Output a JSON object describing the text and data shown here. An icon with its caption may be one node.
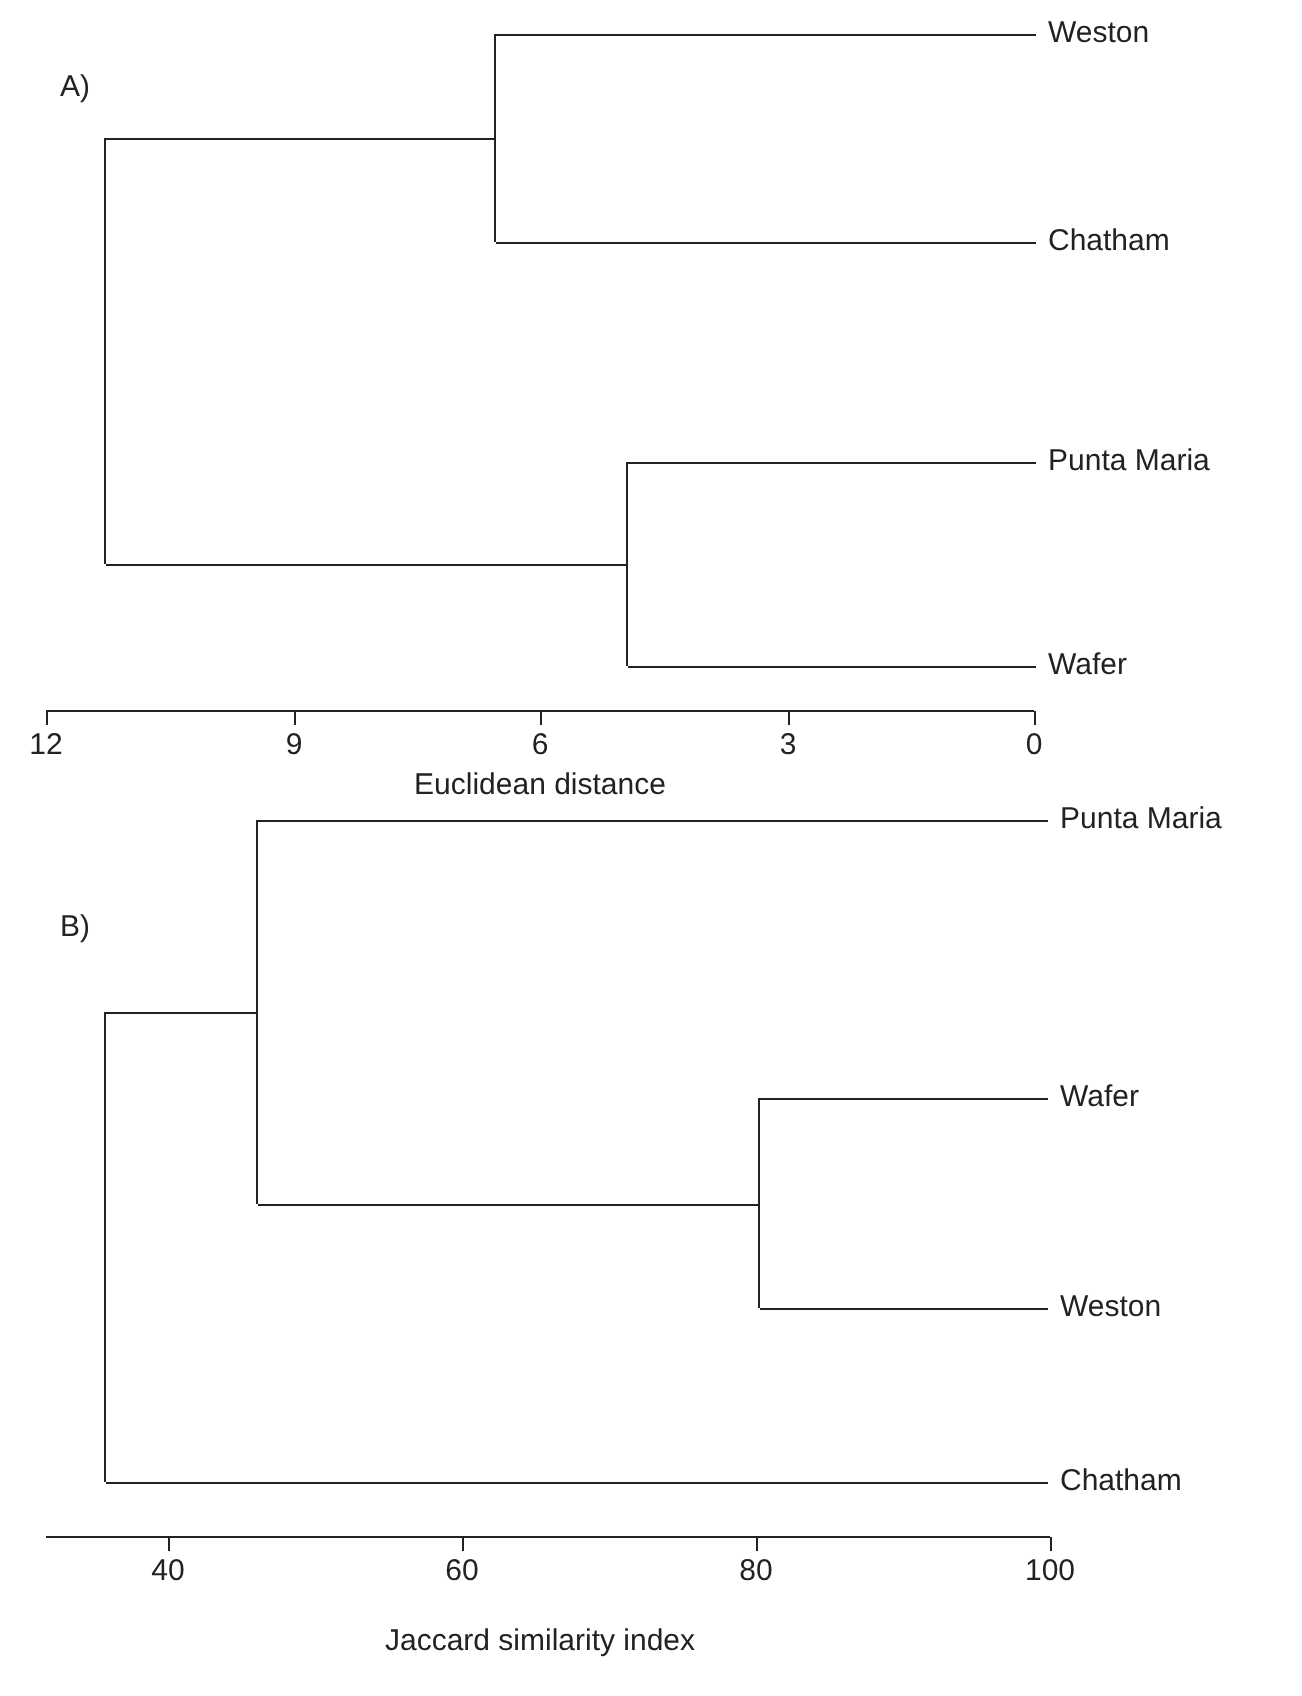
{
  "diagram": {
    "nodes": [
      {
        "text": [],
        "shape": "bar"
      },
      {
        "text": [],
        "shape": "bar"
      },
      {
        "text": [
          "Weston"
        ]
      },
      {
        "text": [
          "Chatham"
        ]
      },
      {
        "text": [],
        "shape": "bar"
      },
      {
        "text": [
          "Punta Maria"
        ]
      },
      {
        "text": [
          "Wafer"
        ]
      },
      {
        "text": [],
        "shape": "bar"
      },
      {
        "text": [],
        "shape": "bar"
      },
      {
        "text": [
          "Punta Maria"
        ]
      },
      {
        "text": [],
        "shape": "bar"
      },
      {
        "text": [
          "Wafer"
        ]
      },
      {
        "text": [
          "Weston"
        ]
      },
      {
        "text": [
          "Chatham"
        ]
      }
    ],
    "edges": [
      {
        "from": 0,
        "to": 1,
        "arrow": "none"
      },
      {
        "from": 0,
        "to": 4,
        "arrow": "none"
      },
      {
        "from": 1,
        "to": 2,
        "arrow": "none"
      },
      {
        "from": 1,
        "to": 3,
        "arrow": "none"
      },
      {
        "from": 4,
        "to": 5,
        "arrow": "none"
      },
      {
        "from": 4,
        "to": 6,
        "arrow": "none"
      },
      {
        "from": 7,
        "to": 8,
        "arrow": "none"
      },
      {
        "from": 7,
        "to": 13,
        "arrow": "none"
      },
      {
        "from": 8,
        "to": 9,
        "arrow": "none"
      },
      {
        "from": 8,
        "to": 10,
        "arrow": "none"
      },
      {
        "from": 10,
        "to": 11,
        "arrow": "none"
      },
      {
        "from": 10,
        "to": 12,
        "arrow": "none"
      }
    ],
    "labels": [
      "A)",
      "12",
      "9",
      "6",
      "3",
      "0",
      "Euclidean distance",
      "B)",
      "40",
      "60",
      "80",
      "100",
      "Jaccard similarity index"
    ]
  }
}
